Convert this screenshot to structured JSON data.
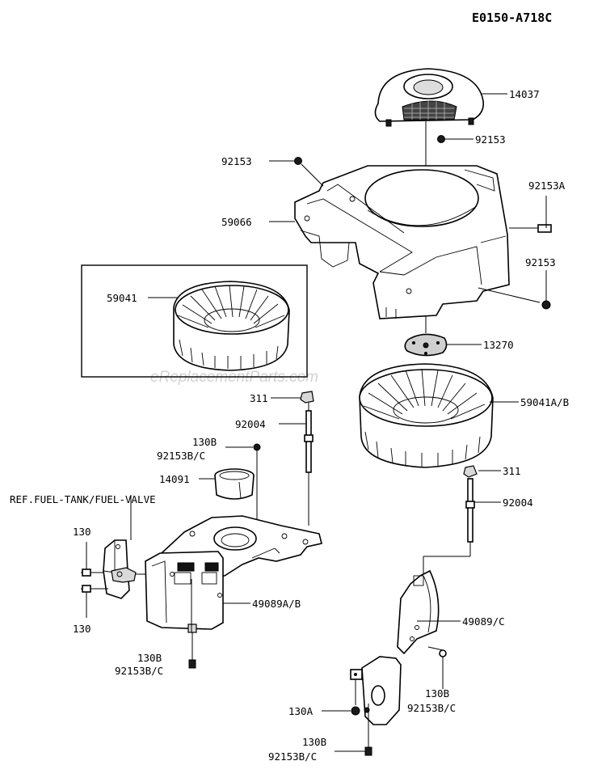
{
  "diagram_code": "E0150-A718C",
  "watermark": "eReplacementParts.com",
  "colors": {
    "line": "#000000",
    "background": "#ffffff",
    "watermark": "#d2d2d2"
  },
  "labels": {
    "p14037": "14037",
    "p92153_top_right": "92153",
    "p92153_left": "92153",
    "p92153A": "92153A",
    "p59066": "59066",
    "p92153_right": "92153",
    "p59041": "59041",
    "p13270": "13270",
    "p311_upper": "311",
    "p59041AB": "59041A/B",
    "p92004_left": "92004",
    "p130B_a": "130B",
    "p92153BC_a": "92153B/C",
    "p14091": "14091",
    "ref_fuel": "REF.FUEL-TANK/FUEL-VALVE",
    "p311_lower": "311",
    "p92004_right": "92004",
    "p130_top": "130",
    "p130_bottom": "130",
    "p49089AB": "49089A/B",
    "p49089C": "49089/C",
    "p130B_b": "130B",
    "p92153BC_b": "92153B/C",
    "p130B_c": "130B",
    "p92153BC_c": "92153B/C",
    "p130A": "130A",
    "p130B_d": "130B",
    "p92153BC_d": "92153B/C"
  }
}
